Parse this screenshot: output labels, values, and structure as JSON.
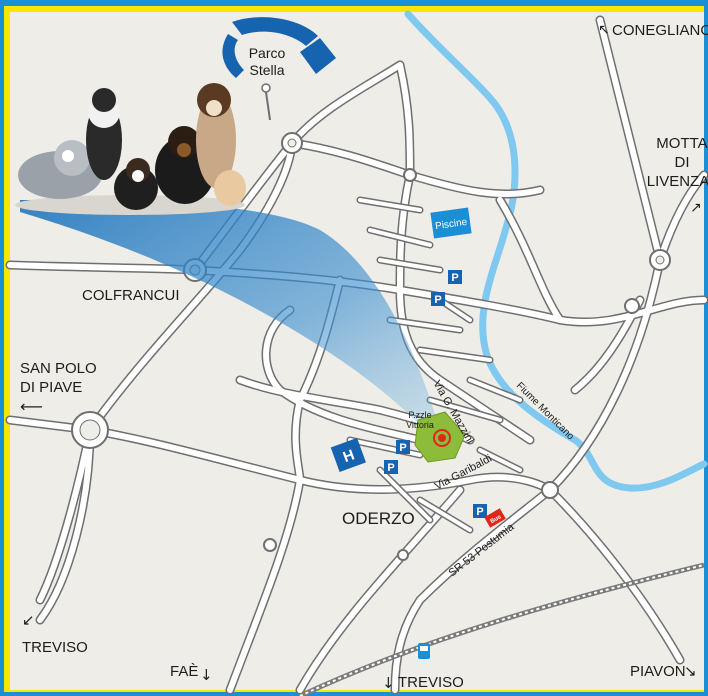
{
  "places": {
    "parco_stella_line1": "Parco",
    "parco_stella_line2": "Stella",
    "conegliano": "CONEGLIANO",
    "motta_line1": "MOTTA",
    "motta_line2": "DI",
    "motta_line3": "LIVENZA",
    "colfrancui": "COLFRANCUI",
    "san_polo_line1": "SAN POLO",
    "san_polo_line2": "DI PIAVE",
    "oderzo": "ODERZO",
    "treviso_left": "TREVISO",
    "fae": "FAÈ",
    "treviso_bottom": "TREVISO",
    "piavon": "PIAVON"
  },
  "streets": {
    "via_mazzini": "Via G. Mazzini",
    "pzzle_line1": "P.zzle",
    "pzzle_line2": "Vittoria",
    "via_garibaldi": "Via Garibaldi",
    "sr53": "SR 53 Postumia",
    "fiume": "Fiume Monticano"
  },
  "pois": {
    "piscine": "Piscine",
    "parking": "P",
    "hospital": "H",
    "bus": "Bus"
  },
  "colors": {
    "background": "#efede8",
    "frame": "#f6e600",
    "outer": "#1a8fd6",
    "river": "#7fc8ef",
    "poi_blue": "#1663b0",
    "piscine_blue": "#1a8fd6",
    "park_green": "#8dbb3a",
    "marker_red": "#e1261c",
    "beam": "#1f74bd"
  }
}
